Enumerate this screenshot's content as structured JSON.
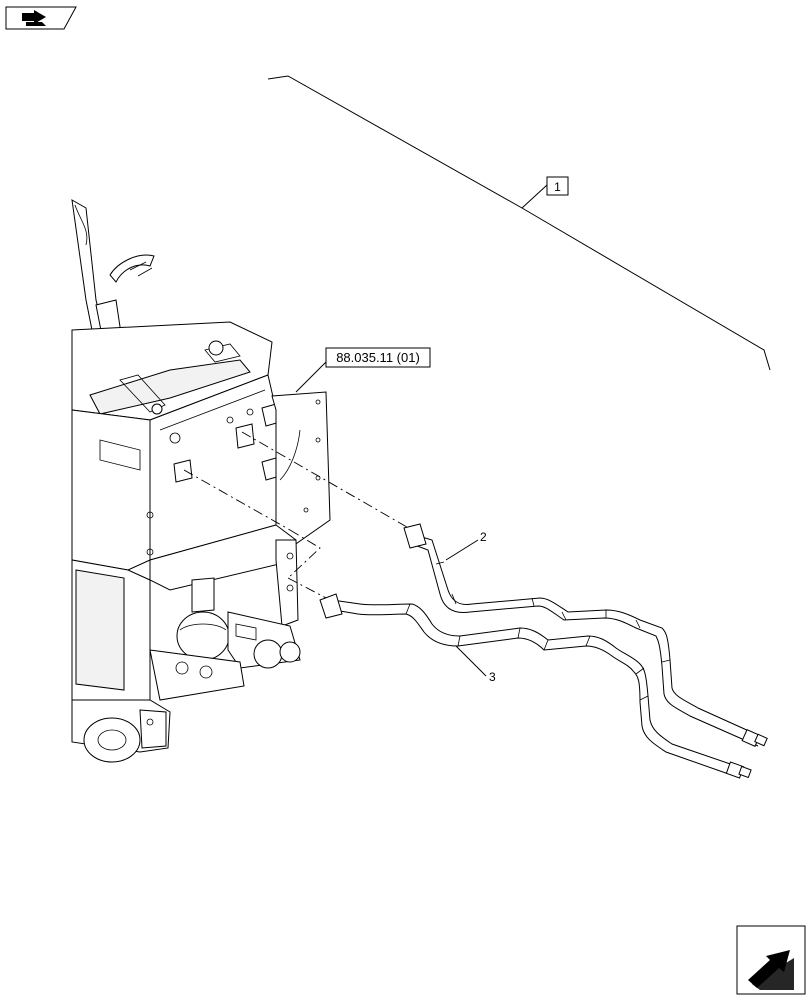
{
  "callouts": {
    "assembly": "1",
    "pipe_upper": "2",
    "pipe_lower": "3"
  },
  "reference": "88.035.11 (01)",
  "icons": {
    "top_left": "book-arrow-icon",
    "bottom_right": "next-page-arrow-icon"
  }
}
